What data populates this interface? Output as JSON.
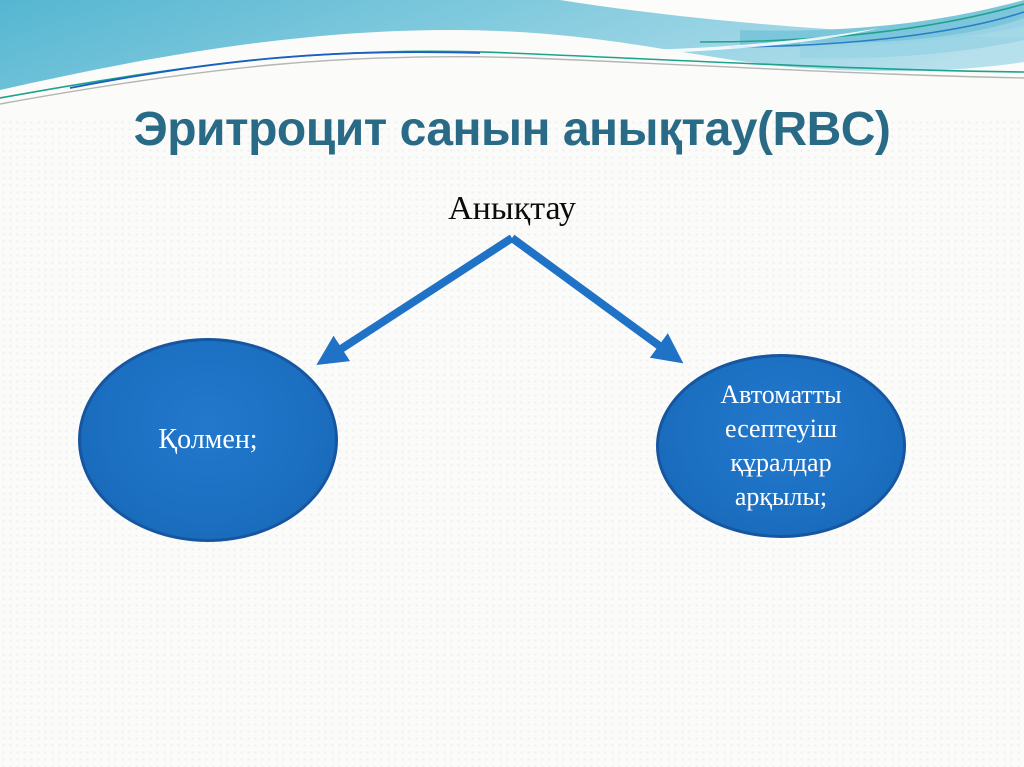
{
  "slide": {
    "title": "Эритроцит санын анықтау(RBC)",
    "subtitle": "Анықтау",
    "nodes": {
      "left": {
        "label": "Қолмен;"
      },
      "right": {
        "label": "Автоматты есептеуіш құралдар арқылы;",
        "lines": [
          "Автоматты",
          "есептеуіш",
          "құралдар",
          "арқылы;"
        ]
      }
    },
    "colors": {
      "title_text": "#296A86",
      "node_fill": "#1C70C2",
      "node_border": "#1656A0",
      "node_text": "#FFFFFF",
      "arrow": "#1F72C6",
      "header_teal": "#55B6D1",
      "accent_green": "#1DA38B",
      "accent_blue": "#1B5FC0",
      "accent_gray": "#B3B6B4",
      "background": "#FBFBF9"
    }
  }
}
